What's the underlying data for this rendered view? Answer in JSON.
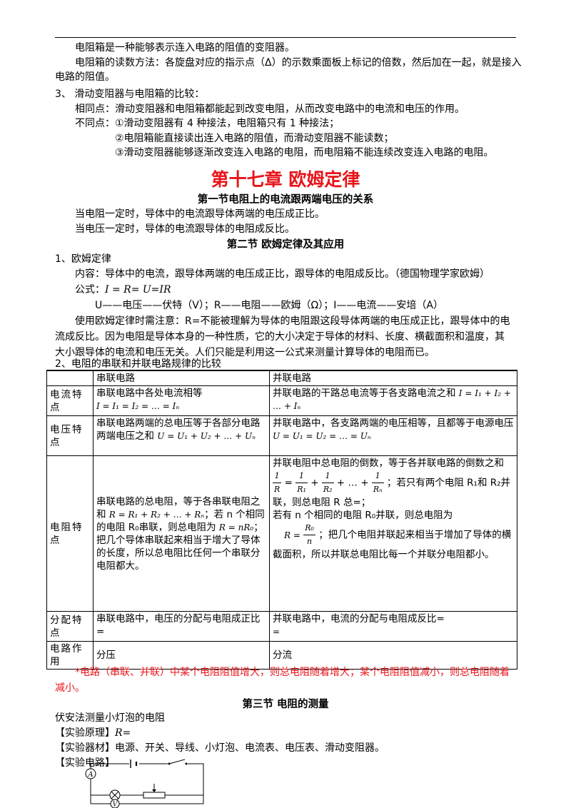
{
  "intro": {
    "line1": "电阻箱是一种能够表示连入电路的阻值的变阻器。",
    "line2": "电阻箱的读数方法：各旋盘对应的指示点（Δ）的示数乘面板上标记的倍数，然后加在一起，就是接入",
    "line2b": "电路的阻值。",
    "item3": "3、 滑动变阻器与电阻箱的比较：",
    "same": "相同点：滑动变阻器和电阻箱都能起到改变电阻，从而改变电路中的电流和电压的作用。",
    "diff1": "不同点：①滑动变阻器有 4 种接法，电阻箱只有 1 种接法；",
    "diff2": "②电阻箱能直接读出连入电路的阻值，而滑动变阻器不能读数；",
    "diff3": "③滑动变阻器能够逐渐改变连入电路的电阻，而电阻箱不能连续改变连入电路的电阻。"
  },
  "chapter": "第十七章 欧姆定律",
  "section1": {
    "title": "第一节电阻上的电流跟两端电压的关系",
    "l1": "当电阻一定时，导体中的电流跟导体两端的电压成正比。",
    "l2": "当电压一定时，导体的电流跟导体的电阻成反比。"
  },
  "section2": {
    "title": "第二节 欧姆定律及其应用",
    "item1": "1、欧姆定律",
    "content": "内容：导体中的电流，跟导体两端的电压成正比，跟导体的电阻成反比。（德国物理学家欧姆）",
    "formula_label": "公式：",
    "formula": "I =    R=  U=IR",
    "units": "U——电压——伏特（V）；R——电阻——欧姆（Ω）；I——电流——安培（A）",
    "note1": "使用欧姆定律时需注意：R=不能被理解为导体的电阻跟这段导体两端的电压成正比，跟导体中的电",
    "note2": "流成反比。因为电阻是导体本身的一种性质，它的大小决定于导体的材料、长度、横截面积和温度，其",
    "note3": "大小跟导体的电流和电压无关。人们只能是利用这一公式来测量计算导体的电阻而已。",
    "item2": "2、电阻的串联和并联电路规律的比较"
  },
  "table": {
    "col_series": "串联电路",
    "col_parallel": "并联电路",
    "rows": [
      {
        "label": "电流特点",
        "series": "串联电路中各处电流相等",
        "series_formula": "I = I₁ = I₂ = … = Iₙ",
        "parallel": "并联电路的干路总电流等于各支路电流之和",
        "parallel_formula": "I = I₁ + I₂ + … + Iₙ"
      },
      {
        "label": "电压特点",
        "series": "串联电路两端的总电压等于各部分电路两端电压之和",
        "series_formula": "U = U₁ + U₂ + … + Uₙ",
        "parallel": "并联电路中，各支路两端的电压相等，且都等于电源电压",
        "parallel_formula": "U = U₁ = U₂ = … = Uₙ"
      },
      {
        "label": "电阻特点",
        "series_a": "串联电路的总电阻，等于各串联电阻之和",
        "series_formula1": "R = R₁ + R₂ + … + Rₙ",
        "series_b": "；若 n 个相同的电阻 R₀串联，则总电阻为",
        "series_formula2": "R = nR₀",
        "series_c": "；把几个导体串联起来相当于增大了导体的长度，所以总电阻比任何一个串联分电阻都大。",
        "parallel_a": "并联电阻中总电阻的倒数，等于各并联电路的倒数之和",
        "parallel_b": "；若只有两个电阻 R₁和 R₂并联，则总电阻 R 总=；",
        "parallel_c": "若有 n 个相同的电阻 R₀并联，则总电阻为",
        "parallel_d": "；把几个电阻并联起来相当于增加了导体的横截面积，所以并联总电阻比每一个并联分电阻都小。"
      },
      {
        "label": "分配特点",
        "series": "串联电路中，电压的分配与电阻成正比=",
        "parallel": "并联电路中，电流的分配与电阻成反比=",
        "parallel_formula": "="
      },
      {
        "label": "电路作用",
        "series": "分压",
        "parallel": "分流"
      }
    ]
  },
  "warning": "*电路（串联、并联）中某个电阻阻值增大，则总电阻随着增大；某个电阻阻值减小，则总电阻随着",
  "warning2": "减小。",
  "section3": {
    "title": "第三节 电阻的测量",
    "intro": "伏安法测量小灯泡的电阻",
    "principle_label": "【实验原理】",
    "principle": "R=",
    "equipment_label": "【实验器材】",
    "equipment": "电源、开关、导线、小灯泡、电流表、电压表、滑动变阻器。",
    "circuit_label": "【实验电路】",
    "meter_a": "A",
    "meter_v": "V"
  }
}
